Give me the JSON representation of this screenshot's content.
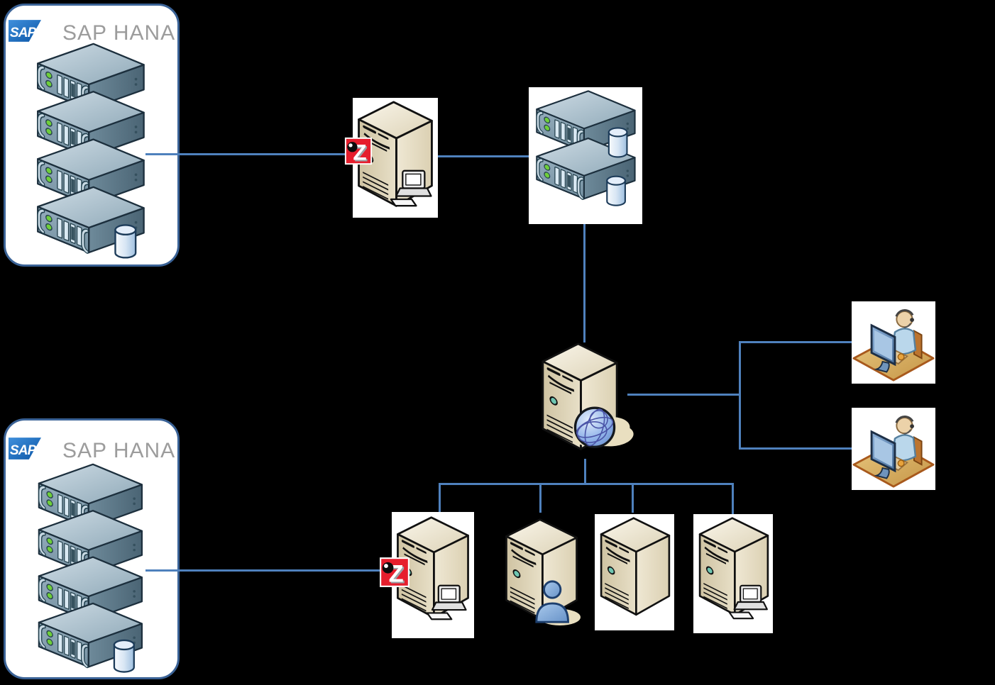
{
  "labels": {
    "hana_cluster_top": "SAP HANA",
    "hana_cluster_bottom": "SAP HANA",
    "sap_logo_text": "SAP",
    "zabbix_logo_letter": "Z"
  },
  "colors": {
    "background": "#000000",
    "connector_blue": "#4f81bd",
    "cluster_border_blue": "#3a6296",
    "cluster_label_gray": "#9c9c9c",
    "sap_logo_blue": "#0f6cbd",
    "zabbix_logo_red": "#e61e2d",
    "rack_server_steel": "#7c96a7",
    "tower_server_beige": "#ddd2b4",
    "database_cylinder_blue": "#b8d2ec",
    "globe_blue": "#7fa8e0",
    "person_blue": "#6f9bd8",
    "workstation_floor_tan": "#d9b36c"
  },
  "icons": {
    "sap_logo": "sap-logo-icon",
    "zabbix_logo": "zabbix-z-logo-icon",
    "hana_stack": "rack-server-stack-icon",
    "rack_db_pair": "rack-servers-with-databases-icon",
    "tower": "tower-server-icon",
    "tower_workstation": "tower-server-with-workstation-icon",
    "tower_globe": "tower-server-with-globe-icon",
    "tower_person": "tower-server-with-user-icon",
    "operator": "operator-at-desk-icon",
    "database": "database-cylinder-icon",
    "globe": "globe-icon",
    "person": "person-icon",
    "mini_computer": "mini-computer-icon"
  },
  "diagram": {
    "nodes": [
      {
        "id": "hana-cluster-top",
        "label": "SAP HANA",
        "icon": "rack-server-stack-icon"
      },
      {
        "id": "agent-tower-top",
        "icon": "tower-server-with-workstation-icon + zabbix-z-logo-icon"
      },
      {
        "id": "rack-db-pair",
        "icon": "rack-servers-with-databases-icon"
      },
      {
        "id": "web-tower",
        "icon": "tower-server-with-globe-icon"
      },
      {
        "id": "operator-1",
        "icon": "operator-at-desk-icon"
      },
      {
        "id": "operator-2",
        "icon": "operator-at-desk-icon"
      },
      {
        "id": "agent-tower-bottom",
        "icon": "tower-server-with-workstation-icon + zabbix-z-logo-icon"
      },
      {
        "id": "person-tower",
        "icon": "tower-server-with-user-icon"
      },
      {
        "id": "plain-tower",
        "icon": "tower-server-icon"
      },
      {
        "id": "workstation-tower",
        "icon": "tower-server-with-workstation-icon"
      },
      {
        "id": "hana-cluster-bottom",
        "label": "SAP HANA",
        "icon": "rack-server-stack-icon"
      }
    ],
    "edges": [
      [
        "hana-cluster-top",
        "agent-tower-top"
      ],
      [
        "agent-tower-top",
        "rack-db-pair"
      ],
      [
        "rack-db-pair",
        "web-tower"
      ],
      [
        "web-tower",
        "operator-1"
      ],
      [
        "web-tower",
        "operator-2"
      ],
      [
        "web-tower",
        "agent-tower-bottom"
      ],
      [
        "web-tower",
        "person-tower"
      ],
      [
        "web-tower",
        "plain-tower"
      ],
      [
        "web-tower",
        "workstation-tower"
      ],
      [
        "hana-cluster-bottom",
        "agent-tower-bottom"
      ]
    ]
  }
}
